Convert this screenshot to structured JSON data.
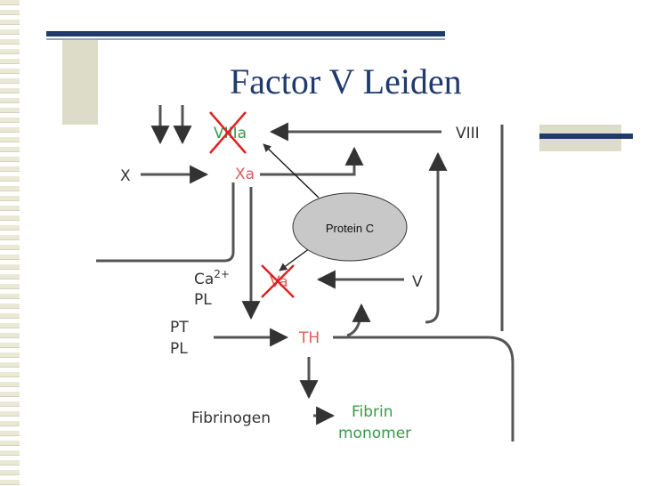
{
  "slide": {
    "title": "Factor V Leiden"
  },
  "colors": {
    "title": "#1f3a6d",
    "factor_green": "#3a9a4a",
    "enzyme_red": "#e05a5a",
    "arrow": "#333333",
    "cross": "#e02020"
  },
  "diagram": {
    "viiia": "VIIIa",
    "viii": "VIII",
    "x": "X",
    "xa": "Xa",
    "protein_c": "Protein C",
    "ca": "Ca",
    "ca_sup": "2+",
    "pl1": "PL",
    "va": "Va",
    "v": "V",
    "pt": "PT",
    "pl2": "PL",
    "th": "TH",
    "fibrinogen": "Fibrinogen",
    "fibrin": "Fibrin",
    "monomer": "monomer"
  }
}
